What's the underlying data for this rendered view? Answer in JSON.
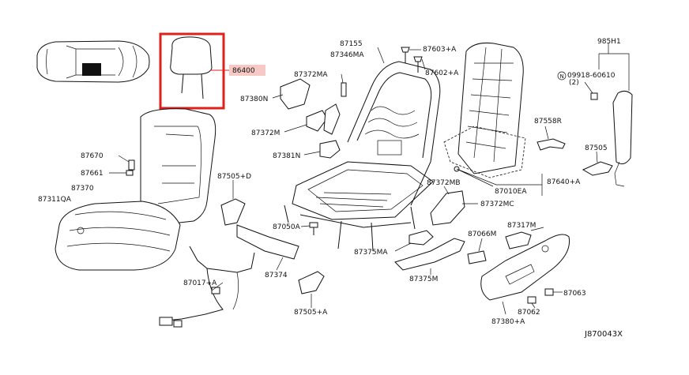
{
  "diagram_code": "J870043X",
  "highlight_color": "#e0201c",
  "highlight_label_fill": "#f7c9c5",
  "labels": {
    "p86400": "86400",
    "p87155": "87155",
    "p87346MA": "87346MA",
    "p87603A": "87603+A",
    "p87602A": "87602+A",
    "p87372MA": "87372MA",
    "p87380N": "87380N",
    "p87372M": "87372M",
    "p87381N": "87381N",
    "p985H1": "985H1",
    "p09918": "09918-60610",
    "p09918qty": "(2)",
    "p87558R": "87558R",
    "p87505": "87505",
    "p87670": "87670",
    "p87661": "87661",
    "p87370": "87370",
    "p87311QA": "87311QA",
    "p87505D": "87505+D",
    "p87010EA": "87010EA",
    "p87640A": "87640+A",
    "p87372MB": "87372MB",
    "p87372MC": "87372MC",
    "p87050A": "87050A",
    "p87375MA": "87375MA",
    "p87066M": "87066M",
    "p87317M": "87317M",
    "p87375M": "87375M",
    "p87017A": "87017+A",
    "p87374": "87374",
    "p87505A": "87505+A",
    "p87063": "87063",
    "p87062": "87062",
    "p87380A": "87380+A"
  }
}
